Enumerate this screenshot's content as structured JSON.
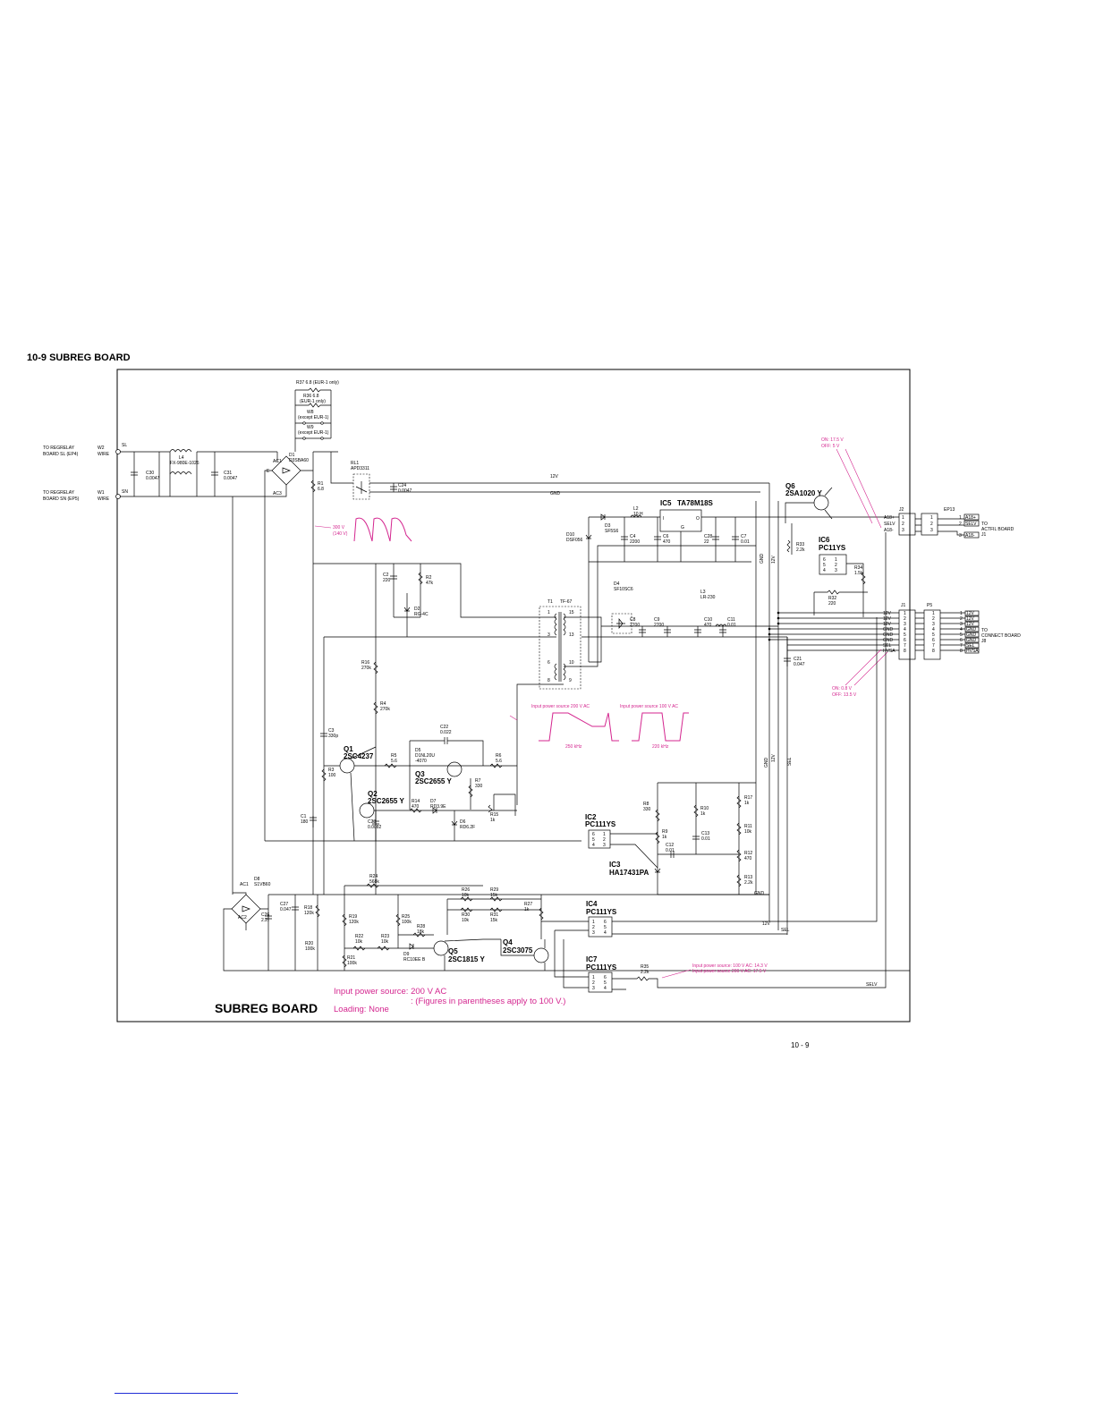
{
  "section": {
    "title": "10-9  SUBREG BOARD"
  },
  "board": {
    "name": "SUBREG BOARD",
    "notes": [
      "Input power source: 200 V AC",
      ": (Figures in parentheses apply to 100 V.)",
      "Loading: None"
    ]
  },
  "page_number": "10 - 9",
  "colors": {
    "line": "#000000",
    "annotation": "#d4268f",
    "footer_rule": "#1f2ed6"
  },
  "inputs": [
    {
      "label_1": "TO REGRELAY",
      "label_2": "BOARD SL (EP4)",
      "wire": "W2",
      "wire_label": "WIRE",
      "net": "SL"
    },
    {
      "label_1": "TO REGRELAY",
      "label_2": "BOARD SN (EP5)",
      "wire": "W1",
      "wire_label": "WIRE",
      "net": "SN"
    }
  ],
  "labels": {
    "r37": "R37 6.8 (EUR-1 only)",
    "r36": "R36 6.8",
    "r36_note": "(EUR-1 only)",
    "w8": "W8",
    "w8_note": "(except EUR-1)",
    "w9": "W9",
    "w9_note": "(except EUR-1)",
    "l4": "L4",
    "l4_v": "FX-980E-1026",
    "c30": "C30",
    "c30_v": "0.0047",
    "c31": "C31",
    "c31_v": "0.0047",
    "d1": "D1",
    "d1_v": "D3SBA60",
    "ac1": "AC1",
    "ac3": "AC3",
    "e": "E",
    "r1": "R1",
    "r1_v": "6.8",
    "rl1": "RL1",
    "rl1_v": "APD3311",
    "c24": "C24",
    "c24_v": "0.0047",
    "net_12v": "12V",
    "net_gnd": "GND",
    "net_sel": "SEL",
    "net_selv": "SELV",
    "v300": "300 V",
    "v140": "(140 V)",
    "c2": "C2",
    "c2_v": "220",
    "r2": "R2",
    "r2_v": "47k",
    "d2": "D2",
    "d2_v": "RG-4C",
    "d10": "D10",
    "d10_v": "DSF056",
    "d3": "D3",
    "d3_v": "SF5S6",
    "l2": "L2",
    "l2_v": "10 H",
    "c4": "C4",
    "c4_v": "2200",
    "c6": "C6",
    "c6_v": "470",
    "ic5": "IC5",
    "ic5_v": "TA78M18S",
    "pin_i": "I",
    "pin_o": "O",
    "pin_g": "G",
    "c28": "C28",
    "c28_v": "22",
    "c7": "C7",
    "c7_v": "0.01",
    "t1": "T1",
    "t1_v": "TF-67",
    "d4": "D4",
    "d4_v": "SF10SC6",
    "l3": "L3",
    "l3_v": "LR-230",
    "c8": "C8",
    "c8_v": "2700",
    "c9": "C9",
    "c9_v": "2700",
    "c10": "C10",
    "c10_v": "470",
    "c11": "C11",
    "c11_v": "0.01",
    "c21": "C21",
    "c21_v": "0.047",
    "r16": "R16",
    "r16_v": "270k",
    "r4": "R4",
    "r4_v": "270k",
    "c3": "C3",
    "c3_v": "330p",
    "c22": "C22",
    "c22_v": "0.022",
    "d5": "D5",
    "d5_v": "D1NL20U",
    "c_4070": "-4070",
    "q1": "Q1",
    "q1_v": "2SC4237",
    "q2": "Q2",
    "q2_v": "2SC2655 Y",
    "q3": "Q3",
    "q3_v": "2SC2655 Y",
    "r5": "R5",
    "r5_v": "5.6",
    "r6": "R6",
    "r6_v": "5.6",
    "r7": "R7",
    "r7_v": "330",
    "r3": "R3",
    "r3_v": "100",
    "c1": "C1",
    "c1_v": "180",
    "r14": "R14",
    "r14_v": "470",
    "d7": "D7",
    "d7_v": "RD3.9E",
    "d6": "D6",
    "d6_v": "RD6.2F",
    "r15": "R15",
    "r15_v": "1k",
    "c23": "C23",
    "c23_v": "0.0082",
    "q6": "Q6",
    "q6_v": "2SA1020 Y",
    "ic6": "IC6",
    "ic6_v": "PC11YS",
    "r33": "R33",
    "r33_v": "2.2k",
    "r34": "R34",
    "r34_v": "1.5k",
    "r32": "R32",
    "r32_v": "220",
    "ic2": "IC2",
    "ic2_v": "PC111YS",
    "ic3": "IC3",
    "ic3_v": "HA17431PA",
    "r8": "R8",
    "r8_v": "330",
    "r9": "R9",
    "r9_v": "1k",
    "r10": "R10",
    "r10_v": "1k",
    "c12": "C12",
    "c12_v": "0.01",
    "c13": "C13",
    "c13_v": "0.01",
    "r17": "R17",
    "r17_v": "1k",
    "r11": "R11",
    "r11_v": "10k",
    "r12": "R12",
    "r12_v": "470",
    "r13": "R13",
    "r13_v": "2.2k",
    "d8": "D8",
    "d8_v": "S1VB60",
    "ac1b": "AC1",
    "ac2": "AC2",
    "c27": "C27",
    "c27_v": "0.047",
    "c26": "C26",
    "c26_v": "2.2",
    "r18": "R18",
    "r18_v": "120k",
    "r19": "R19",
    "r19_v": "120k",
    "r20": "R20",
    "r20_v": "100k",
    "r21": "R21",
    "r21_v": "100k",
    "r22": "R22",
    "r22_v": "10k",
    "r23": "R23",
    "r23_v": "10k",
    "r24": "R24",
    "r24_v": "568k",
    "r25": "R25",
    "r25_v": "100k",
    "r26": "R26",
    "r26_v": "10k",
    "r28": "R28",
    "r28_v": "18k",
    "r29": "R29",
    "r29_v": "15k",
    "r30": "R30",
    "r30_v": "10k",
    "r31": "R31",
    "r31_v": "15k",
    "r27": "R27",
    "r27_v": "1k",
    "d9": "D9",
    "d9_v": "RC10EE B",
    "q4": "Q4",
    "q4_v": "2SC3075",
    "q5": "Q5",
    "q5_v": "2SC1815 Y",
    "ic4": "IC4",
    "ic4_v": "PC111YS",
    "ic7": "IC7",
    "ic7_v": "PC111YS",
    "r35": "R35",
    "r35_v": "2.2k",
    "wave_200": "Input power source 200 V AC",
    "wave_100": "Input power source 100 V AC",
    "freq_200": "250 kHz",
    "freq_100": "220 kHz",
    "sel_note_1": "Input power source: 100 V AC: 14.3 V",
    "sel_note_2": "Input power source 200 V AC: 17.5 V",
    "on_top_1": "ON: 17.5 V",
    "on_top_2": "OFF: 5 V",
    "on_bot_1": "ON: 0.8 V",
    "on_bot_2": "OFF: 13.5 V",
    "j2": "J2",
    "ep13": "EP13",
    "j1": "J1",
    "p5": "P5",
    "to_actfil_1": "TO",
    "to_actfil_2": "ACTFIL BOARD",
    "to_actfil_3": "J1",
    "to_connect_1": "TO",
    "to_connect_2": "CONNECT BOARD",
    "to_connect_3": "J8"
  },
  "j2_pins": [
    "A18+",
    "SELV",
    "A18-"
  ],
  "ep13_pins": [
    "A18+",
    "SELV",
    "A18-"
  ],
  "j1_pins": [
    "12V",
    "12V",
    "12V",
    "GND",
    "GND",
    "GND",
    "SEL",
    "HVSA"
  ],
  "p5_pins": [
    "12V",
    "12V",
    "12V",
    "GND",
    "GND",
    "GND",
    "SEL",
    "HVSA"
  ],
  "pin_numbers": [
    "1",
    "2",
    "3",
    "4",
    "5",
    "6",
    "7",
    "8"
  ],
  "ic_pins": {
    "ic6": [
      "6",
      "1",
      "5",
      "2",
      "4",
      "3"
    ],
    "ic2": [
      "6",
      "1",
      "5",
      "2",
      "4",
      "3"
    ],
    "ic4": [
      "1",
      "6",
      "2",
      "5",
      "3",
      "4"
    ],
    "ic7": [
      "1",
      "6",
      "2",
      "5",
      "3",
      "4"
    ]
  },
  "t1_pins": [
    "1",
    "15",
    "3",
    "13",
    "6",
    "10",
    "8",
    "9"
  ]
}
